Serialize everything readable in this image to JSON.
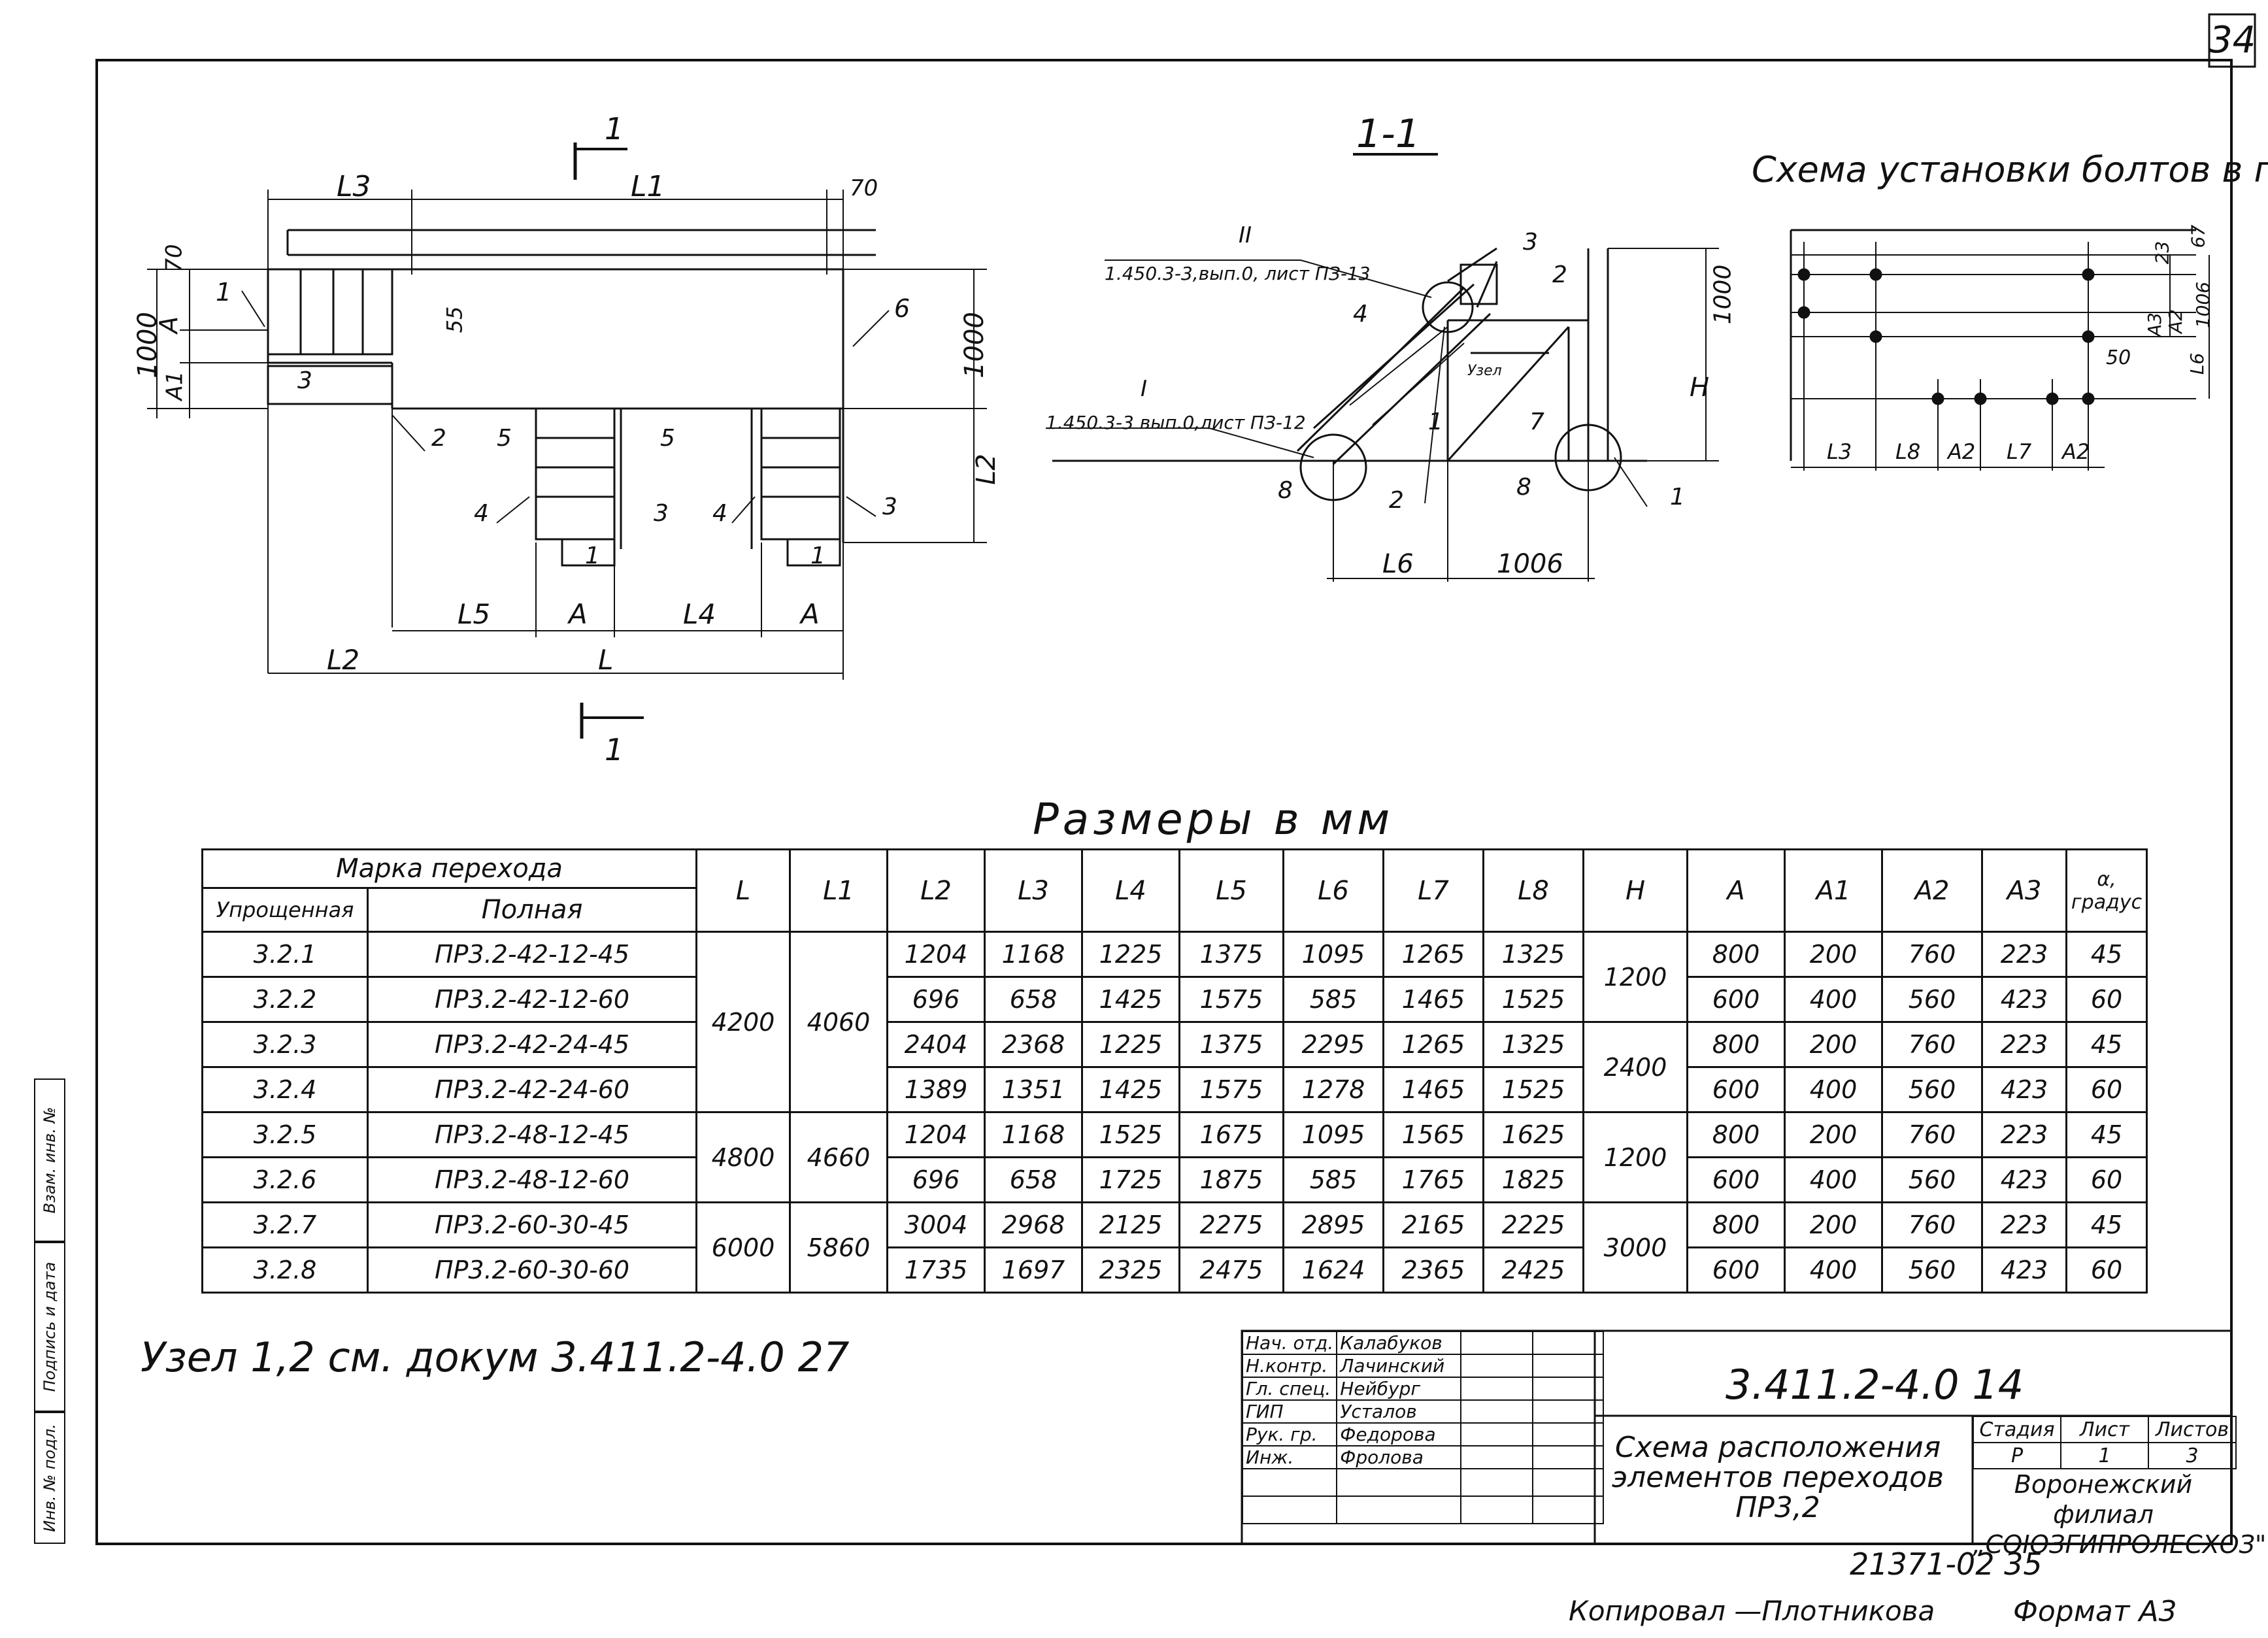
{
  "sheet": {
    "page_number": "34",
    "section_label": "1-1",
    "section_marker_top": "1",
    "section_marker_bottom": "1",
    "bolt_scheme_title": "Схема установки болтов в полу",
    "dims_title": "Размеры в мм",
    "node_note": "Узел 1,2 см. докум 3.411.2-4.0   27",
    "doc_code": "3.411.2-4.0   14",
    "sheet_title": "Схема расположения элементов переходов ПР3,2",
    "organization": "Воронежский филиал „СОЮЗГИПРОЛЕСХОЗ\"",
    "copy_number": "21371-02   35",
    "copied_by": "Копировал  —Плотникова",
    "format": "Формат А3"
  },
  "plan_labels": {
    "L": "L",
    "L1": "L1",
    "L2": "L2",
    "L3": "L3",
    "L4": "L4",
    "L5": "L5",
    "A": "A",
    "A1": "A1",
    "d70a": "70",
    "d70b": "70",
    "d55": "55",
    "d1000a": "1000",
    "d1000b": "1000",
    "p1": "1",
    "p2": "2",
    "p3": "3",
    "p4": "4",
    "p5": "5",
    "p6": "6"
  },
  "section_labels": {
    "ref2": "II",
    "ref2_text": "1.450.3-3,вып.0, лист ПЗ-13",
    "ref1": "I",
    "ref1_text": "1.450.3-3 вып.0,лист ПЗ-12",
    "node": "Узел",
    "H": "H",
    "d1000": "1000",
    "L6": "L6",
    "d1006": "1006",
    "p1": "1",
    "p2": "2",
    "p3": "3",
    "p4": "4",
    "p7": "7",
    "p8": "8"
  },
  "bolt_labels": {
    "L3": "L3",
    "L8": "L8",
    "A2": "A2",
    "L7": "L7",
    "A3": "A3",
    "L6": "L6",
    "d50": "50",
    "d1006": "1006",
    "d67": "67",
    "d23": "23"
  },
  "table": {
    "group_header": "Марка перехода",
    "col_simple": "Упрощенная",
    "col_full": "Полная",
    "columns": [
      "L",
      "L1",
      "L2",
      "L3",
      "L4",
      "L5",
      "L6",
      "L7",
      "L8",
      "H",
      "A",
      "A1",
      "A2",
      "A3",
      "α, градус"
    ],
    "rows": [
      {
        "simple": "3.2.1",
        "full": "ПР3.2-42-12-45",
        "L2": "1204",
        "L3": "1168",
        "L4": "1225",
        "L5": "1375",
        "L6": "1095",
        "L7": "1265",
        "L8": "1325",
        "A": "800",
        "A1": "200",
        "A2": "760",
        "A3": "223",
        "alpha": "45"
      },
      {
        "simple": "3.2.2",
        "full": "ПР3.2-42-12-60",
        "L2": "696",
        "L3": "658",
        "L4": "1425",
        "L5": "1575",
        "L6": "585",
        "L7": "1465",
        "L8": "1525",
        "A": "600",
        "A1": "400",
        "A2": "560",
        "A3": "423",
        "alpha": "60"
      },
      {
        "simple": "3.2.3",
        "full": "ПР3.2-42-24-45",
        "L2": "2404",
        "L3": "2368",
        "L4": "1225",
        "L5": "1375",
        "L6": "2295",
        "L7": "1265",
        "L8": "1325",
        "A": "800",
        "A1": "200",
        "A2": "760",
        "A3": "223",
        "alpha": "45"
      },
      {
        "simple": "3.2.4",
        "full": "ПР3.2-42-24-60",
        "L2": "1389",
        "L3": "1351",
        "L4": "1425",
        "L5": "1575",
        "L6": "1278",
        "L7": "1465",
        "L8": "1525",
        "A": "600",
        "A1": "400",
        "A2": "560",
        "A3": "423",
        "alpha": "60"
      },
      {
        "simple": "3.2.5",
        "full": "ПР3.2-48-12-45",
        "L2": "1204",
        "L3": "1168",
        "L4": "1525",
        "L5": "1675",
        "L6": "1095",
        "L7": "1565",
        "L8": "1625",
        "A": "800",
        "A1": "200",
        "A2": "760",
        "A3": "223",
        "alpha": "45"
      },
      {
        "simple": "3.2.6",
        "full": "ПР3.2-48-12-60",
        "L2": "696",
        "L3": "658",
        "L4": "1725",
        "L5": "1875",
        "L6": "585",
        "L7": "1765",
        "L8": "1825",
        "A": "600",
        "A1": "400",
        "A2": "560",
        "A3": "423",
        "alpha": "60"
      },
      {
        "simple": "3.2.7",
        "full": "ПР3.2-60-30-45",
        "L2": "3004",
        "L3": "2968",
        "L4": "2125",
        "L5": "2275",
        "L6": "2895",
        "L7": "2165",
        "L8": "2225",
        "A": "800",
        "A1": "200",
        "A2": "760",
        "A3": "223",
        "alpha": "45"
      },
      {
        "simple": "3.2.8",
        "full": "ПР3.2-60-30-60",
        "L2": "1735",
        "L3": "1697",
        "L4": "2325",
        "L5": "2475",
        "L6": "1624",
        "L7": "2365",
        "L8": "2425",
        "A": "600",
        "A1": "400",
        "A2": "560",
        "A3": "423",
        "alpha": "60"
      }
    ],
    "merged_L": [
      "4200",
      "4800",
      "6000"
    ],
    "merged_L1": [
      "4060",
      "4660",
      "5860"
    ],
    "merged_H": [
      "1200",
      "2400",
      "1200",
      "3000"
    ]
  },
  "title_block": {
    "staff": [
      {
        "role": "Нач. отд.",
        "name": "Калабуков"
      },
      {
        "role": "Н.контр.",
        "name": "Лачинский"
      },
      {
        "role": "Гл. спец.",
        "name": "Нейбург"
      },
      {
        "role": "ГИП",
        "name": "Усталов"
      },
      {
        "role": "Рук. гр.",
        "name": "Федорова"
      },
      {
        "role": "Инж.",
        "name": "Фролова"
      }
    ],
    "stage_headers": [
      "Стадия",
      "Лист",
      "Листов"
    ],
    "stage_values": [
      "Р",
      "1",
      "3"
    ]
  },
  "side_strip": [
    "Инв. № подл.",
    "Подпись и дата",
    "Взам. инв. №"
  ]
}
